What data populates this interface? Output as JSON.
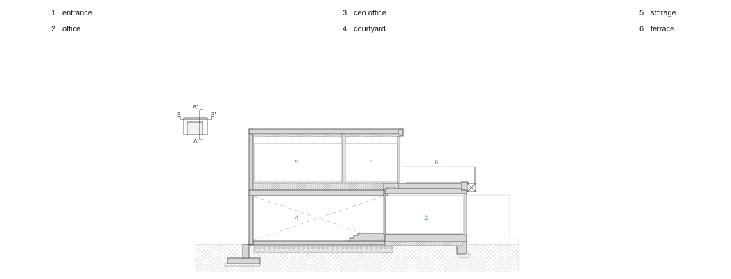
{
  "legend": [
    {
      "number": "1",
      "label": "entrance"
    },
    {
      "number": "2",
      "label": "office"
    },
    {
      "number": "3",
      "label": "ceo office"
    },
    {
      "number": "4",
      "label": "courtyard"
    },
    {
      "number": "5",
      "label": "storage"
    },
    {
      "number": "6",
      "label": "terrace"
    }
  ],
  "key_plan": {
    "labels": {
      "a_top": "A'",
      "a_bottom": "A",
      "b_left": "B",
      "b_right": "B'"
    }
  },
  "section_labels": {
    "storage": "5",
    "ceo_office": "3",
    "terrace": "6",
    "courtyard": "4",
    "office": "2"
  },
  "colors": {
    "room_label": "#2a9fd6",
    "wall_fill": "#d8d8d8",
    "line": "#555555",
    "ground_hatch": "#c8c8c8"
  }
}
